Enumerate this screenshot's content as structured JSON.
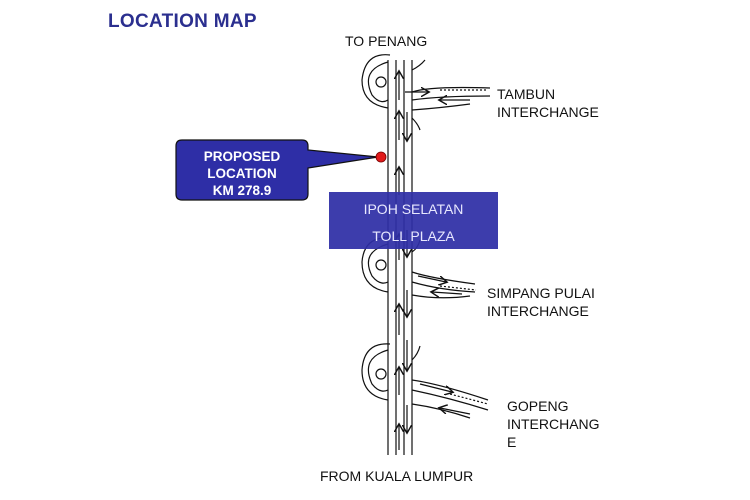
{
  "title": "LOCATION MAP",
  "labels": {
    "north": "TO PENANG",
    "south": "FROM KUALA LUMPUR",
    "interchange_1": [
      "TAMBUN",
      "INTERCHANGE"
    ],
    "interchange_2": [
      "SIMPANG PULAI",
      "INTERCHANGE"
    ],
    "interchange_3": [
      "GOPENG",
      "INTERCHANG",
      "E"
    ]
  },
  "callout": [
    "PROPOSED",
    "LOCATION",
    "KM 278.9"
  ],
  "toll_plaza": [
    "IPOH SELATAN",
    "TOLL PLAZA"
  ],
  "colors": {
    "title": "#2b2f8f",
    "callout_fill": "#2e2ea6",
    "plaza_fill": "#2e2ea6",
    "marker": "#e21b1b"
  }
}
